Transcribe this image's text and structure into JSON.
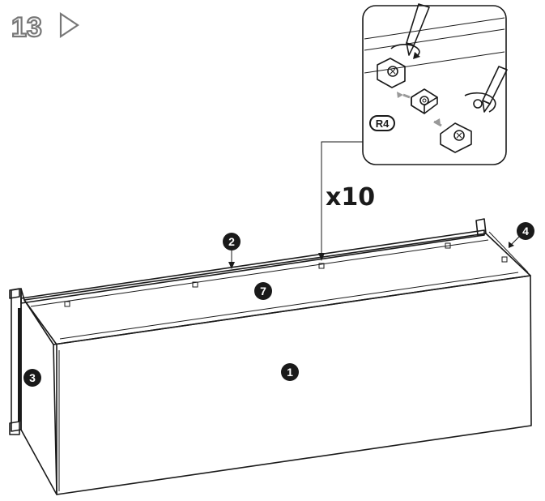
{
  "step": {
    "number": "13"
  },
  "quantity": "x10",
  "detail": {
    "hardware_label": "R4"
  },
  "parts": [
    {
      "id": "part-1",
      "label": "1"
    },
    {
      "id": "part-2",
      "label": "2"
    },
    {
      "id": "part-3",
      "label": "3"
    },
    {
      "id": "part-4",
      "label": "4"
    },
    {
      "id": "part-7",
      "label": "7"
    }
  ],
  "colors": {
    "ink": "#1a1a1a",
    "step_outline": "#777777",
    "arrow_gray": "#999999",
    "background": "#ffffff"
  }
}
